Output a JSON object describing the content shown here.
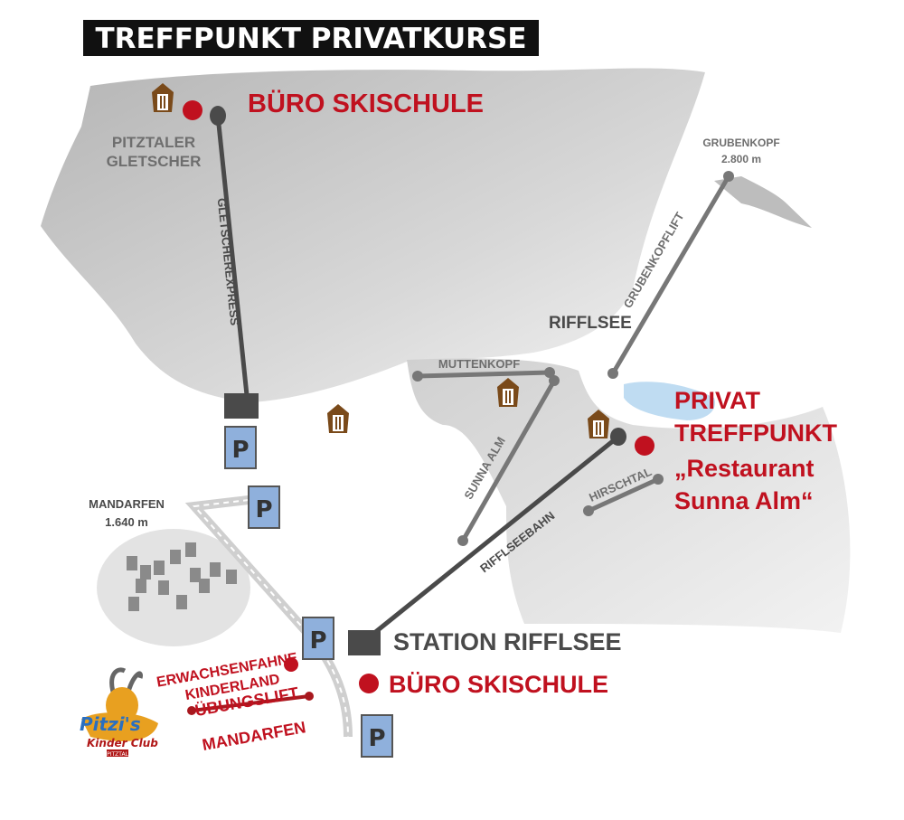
{
  "title": "TREFFPUNKT PRIVATKURSE",
  "colors": {
    "accent_red": "#c0111f",
    "lake": "#bfdcf2",
    "parking": "#8fb0dc",
    "hut": "#7a4a1a"
  },
  "labels": {
    "buero_top": "BÜRO SKISCHULE",
    "pitztaler": "PITZTALER",
    "gletscher": "GLETSCHER",
    "gletscherexpress": "GLETSCHEREXPRESS",
    "grubenkopf": "GRUBENKOPF",
    "grubenkopf_alt": "2.800 m",
    "grubenkopflift": "GRUBENKOPFLIFT",
    "rifflsee": "RIFFLSEE",
    "muttenkopf": "MUTTENKOPF",
    "sunna_alm": "SUNNA ALM",
    "privat": "PRIVAT",
    "treffpunkt": "TREFFPUNKT",
    "restaurant": "„Restaurant",
    "sunna_alm_quote": "Sunna Alm“",
    "hirschtal": "HIRSCHTAL",
    "rifflseebahn": "RIFFLSEEBAHN",
    "mandarfen_town": "MANDARFEN",
    "mandarfen_alt": "1.640 m",
    "station_rifflsee": "STATION RIFFLSEE",
    "buero_bottom": "BÜRO SKISCHULE",
    "erwachsenfahne": "ERWACHSENFAHNE",
    "kinderland": "KINDERLAND",
    "uebungslift": "ÜBUNGSLIFT",
    "mandarfen_lift": "MANDARFEN",
    "parking": "P"
  },
  "logo": {
    "line1": "Pitzi's",
    "line2": "Kinder Club",
    "line3": "PITZTAL"
  }
}
